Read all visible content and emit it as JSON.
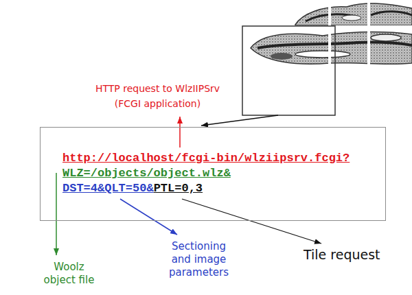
{
  "diagram": {
    "nodes": [
      {
        "text": [
          "http://localhost/fcgi-bin/wlziipsrv.fcgi?",
          "WLZ=/objects/object.wlz&",
          "DST=4&QLT=50&",
          "PTL=0,3"
        ]
      }
    ],
    "labels": [
      "HTTP request to WlzIIPSrv (FCGI application)",
      "Woolz object file",
      "Sectioning and image parameters",
      "Tile request"
    ]
  }
}
